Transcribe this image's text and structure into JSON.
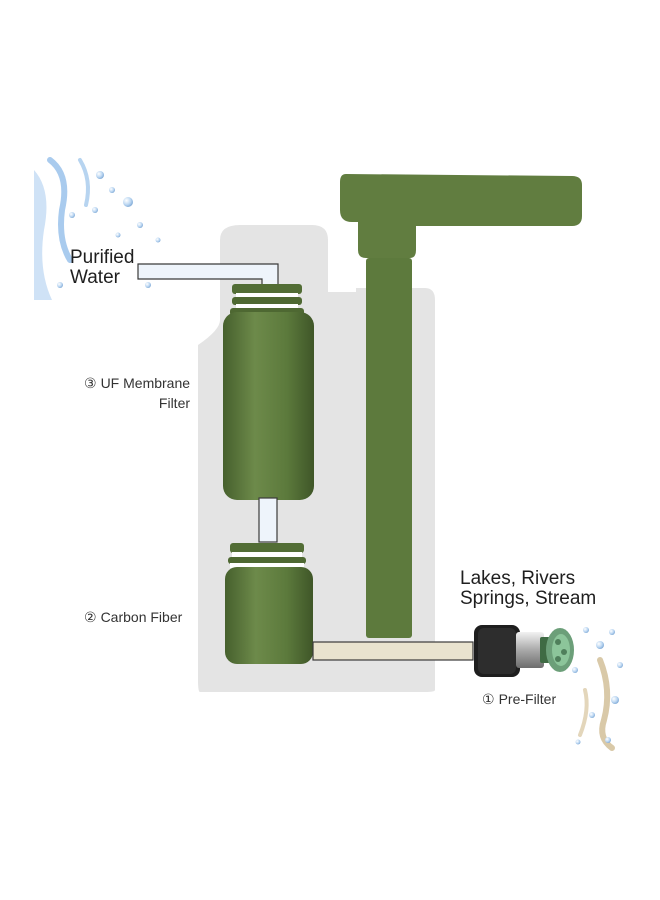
{
  "labels": {
    "purified_water": {
      "line1": "Purified",
      "line2": "Water"
    },
    "uf_membrane": {
      "marker": "③",
      "line1": "UF Membrane",
      "line2": "Filter"
    },
    "carbon_fiber": {
      "marker": "②",
      "text": "Carbon Fiber"
    },
    "source": {
      "line1": "Lakes, Rivers",
      "line2": "Springs, Stream"
    },
    "pre_filter": {
      "marker": "①",
      "text": "Pre-Filter"
    }
  },
  "colors": {
    "olive_green": "#5f7a3f",
    "olive_dark": "#4a6130",
    "housing_grey": "#e3e3e3",
    "tube_blue": "#eef4fb",
    "tube_beige": "#e9e3cf",
    "water_blue": "#9cc4ea"
  }
}
